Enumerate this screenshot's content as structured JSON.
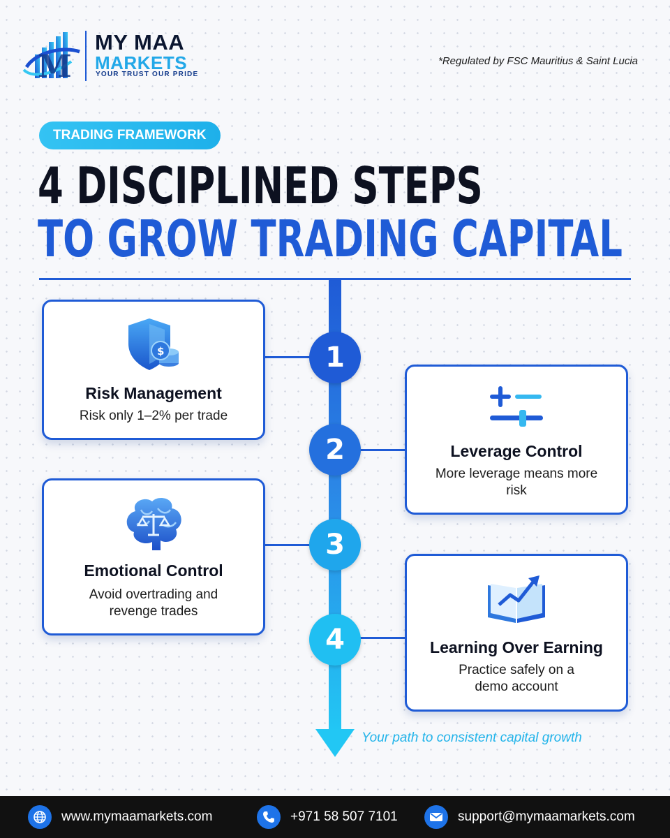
{
  "header": {
    "brand_line1": "MY MAA",
    "brand_line2": "MARKETS",
    "tagline": "YOUR TRUST OUR PRIDE",
    "regulated": "*Regulated by FSC Mauritius & Saint Lucia"
  },
  "hero": {
    "pill": "TRADING FRAMEWORK",
    "title_line1": "4 DISCIPLINED STEPS",
    "title_line2": "TO GROW TRADING CAPITAL"
  },
  "steps": [
    {
      "number": "1",
      "title": "Risk Management",
      "desc": "Risk only 1–2% per trade",
      "icon": "shield-coins-icon"
    },
    {
      "number": "2",
      "title": "Leverage Control",
      "desc": "More leverage means more risk",
      "icon": "slider-controls-icon"
    },
    {
      "number": "3",
      "title": "Emotional Control",
      "desc": "Avoid overtrading and revenge trades",
      "icon": "brain-scales-icon"
    },
    {
      "number": "4",
      "title": "Learning Over Earning",
      "desc": "Practice safely on a demo account",
      "icon": "book-growth-icon"
    }
  ],
  "path_caption": "Your path to consistent capital growth",
  "footer": {
    "website": "www.mymaamarkets.com",
    "phone": "+971 58 507 7101",
    "email": "support@mymaamarkets.com"
  },
  "colors": {
    "primary_blue": "#1f5bd6",
    "cyan": "#22c7f4",
    "dark": "#0d1120",
    "footer_bg": "#111111"
  }
}
